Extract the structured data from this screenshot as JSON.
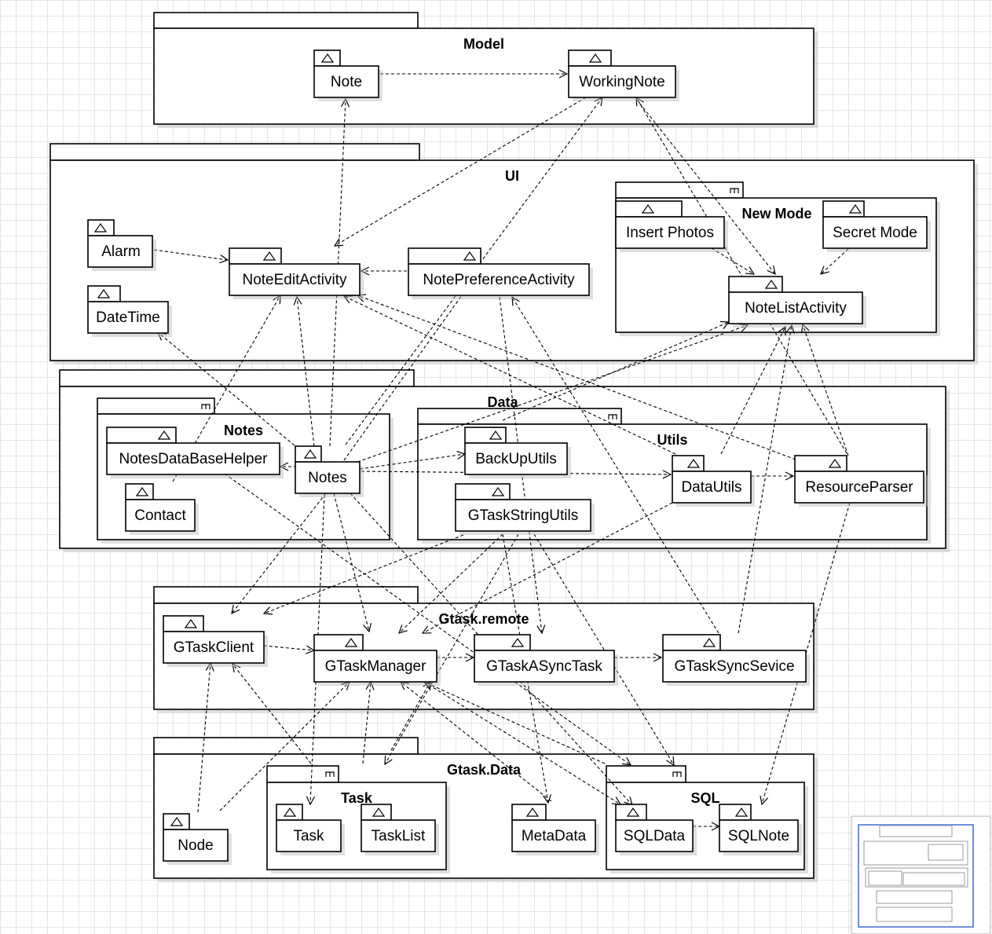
{
  "packages": {
    "model": "Model",
    "ui": "UI",
    "new_mode": "New Mode",
    "data": "Data",
    "notes": "Notes",
    "utils": "Utils",
    "gtask_remote": "Gtask.remote",
    "gtask_data": "Gtask.Data",
    "task": "Task",
    "sql": "SQL"
  },
  "classes": {
    "note": "Note",
    "working_note": "WorkingNote",
    "alarm": "Alarm",
    "date_time": "DateTime",
    "note_edit_activity": "NoteEditActivity",
    "note_preference_activity": "NotePreferenceActivity",
    "insert_photos": "Insert Photos",
    "secret_mode": "Secret Mode",
    "note_list_activity": "NoteListActivity",
    "notes_database_helper": "NotesDataBaseHelper",
    "notes": "Notes",
    "contact": "Contact",
    "backup_utils": "BackUpUtils",
    "data_utils": "DataUtils",
    "resource_parser": "ResourceParser",
    "gtask_string_utils": "GTaskStringUtils",
    "gtask_client": "GTaskClient",
    "gtask_manager": "GTaskManager",
    "gtask_async_task": "GTaskASyncTask",
    "gtask_sync_service": "GTaskSyncSevice",
    "node": "Node",
    "task": "Task",
    "task_list": "TaskList",
    "meta_data": "MetaData",
    "sql_data": "SQLData",
    "sql_note": "SQLNote"
  },
  "colors": {
    "line": "#000000",
    "box_fill": "#ffffff",
    "grid": "#e6e6e6",
    "minimap_viewport": "#6f8fdc"
  }
}
